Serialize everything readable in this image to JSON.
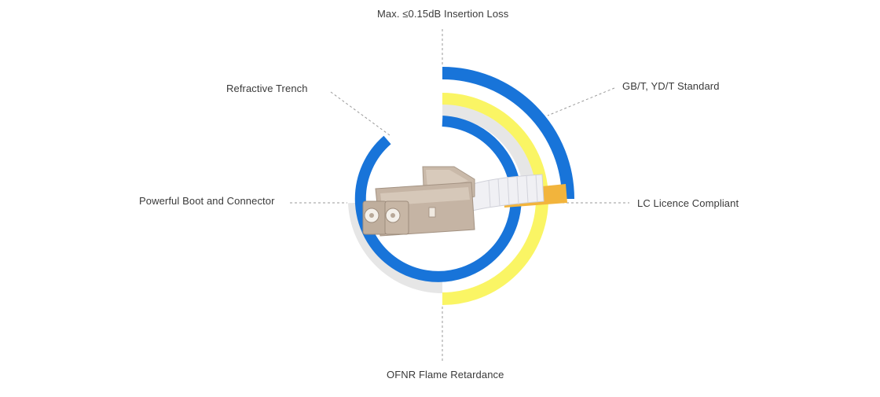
{
  "callouts": {
    "insertion_loss": "Max. ≤0.15dB Insertion Loss",
    "refractive_trench": "Refractive Trench",
    "standard": "GB/T, YD/T Standard",
    "boot_connector": "Powerful Boot and Connector",
    "lc_licence": "LC Licence Compliant",
    "ofnr": "OFNR Flame Retardance"
  },
  "colors": {
    "blue": "#1874d9",
    "yellow": "#faf564",
    "gray": "#e6e6e6",
    "dash": "#9a9a9a",
    "connector": "#c8b8a8",
    "cable": "#f0f0f4",
    "cable_core": "#f2b43c"
  }
}
